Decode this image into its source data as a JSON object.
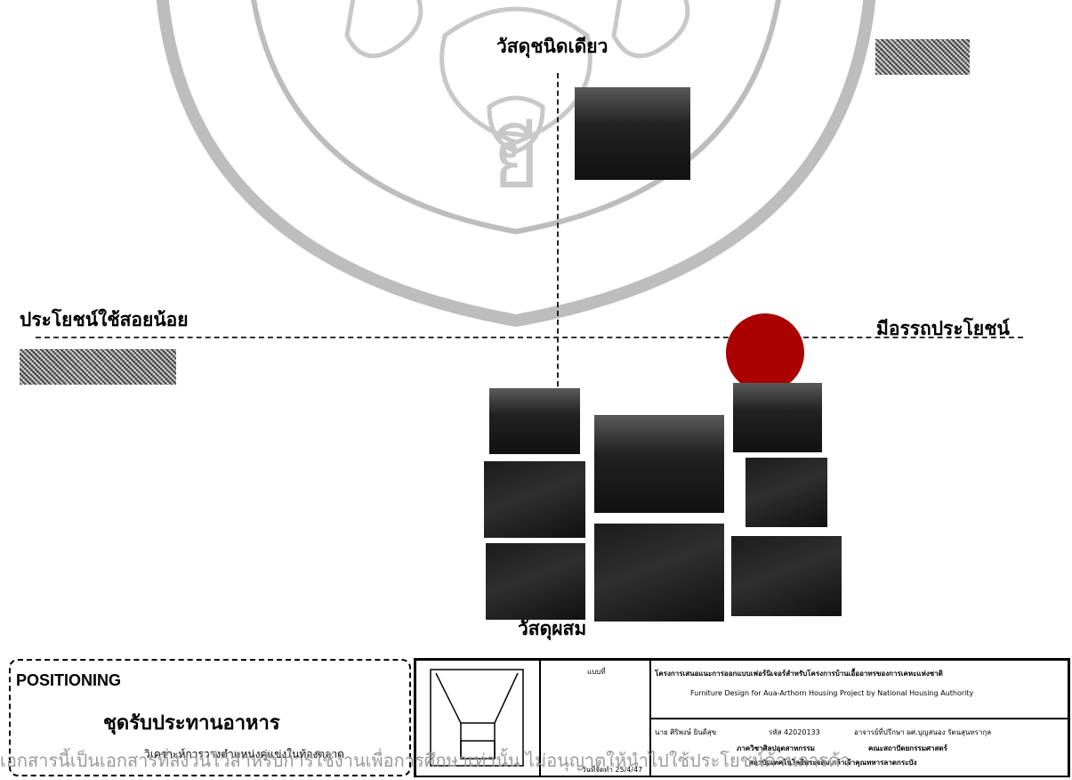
{
  "axes": {
    "top": "วัสดุชนิดเดียว",
    "left": "ประโยชน์ใช้สอยน้อย",
    "right": "มีอรรถประโยชน์",
    "bottom": "วัสดุผสม"
  },
  "positioning": {
    "title": "POSITIONING",
    "subtitle": "ชุดรับประทานอาหาร",
    "description": "วิเคราะห์การวางตำแหน่งคู่แข่งในท้องตลาด"
  },
  "watermark": {
    "text": "เอกสารนี้เป็นเอกสารที่สงวนไว้สำหรับการใช้งานเพื่อการศึกษาเท่านั้น ไม่อนุญาตให้นำไปใช้ประโยชน์ด้านการค้า"
  },
  "title_block": {
    "sheet_label": "แบบที่",
    "date_label": "วันที่จัดทำ 25/4/47",
    "project_th": "โครงการเสนอแนะการออกแบบเฟอร์นิเจอร์สำหรับโครงการบ้านเอื้ออาทรของการเคหะแห่งชาติ",
    "project_en": "Furniture Design for Aua-Arthorn Housing Project by National Housing Authority",
    "student": "นาย ศิริพงษ์ ยินดีสุข",
    "student_id": "รหัส 42020133",
    "advisor": "อาจารย์ที่ปรึกษา ผศ.บุญสนอง รัตนสุนทรากุล",
    "department": "ภาควิชาศิลปอุตสาหกรรม",
    "faculty": "คณะสถาปัตยกรรมศาสตร์",
    "university": "สถาบันเทคโนโลยีพระจอมเกล้าเจ้าคุณทหารลาดกระบัง"
  },
  "colors": {
    "accent_circle": "#a00000",
    "watermark": "#9a9a9a"
  }
}
